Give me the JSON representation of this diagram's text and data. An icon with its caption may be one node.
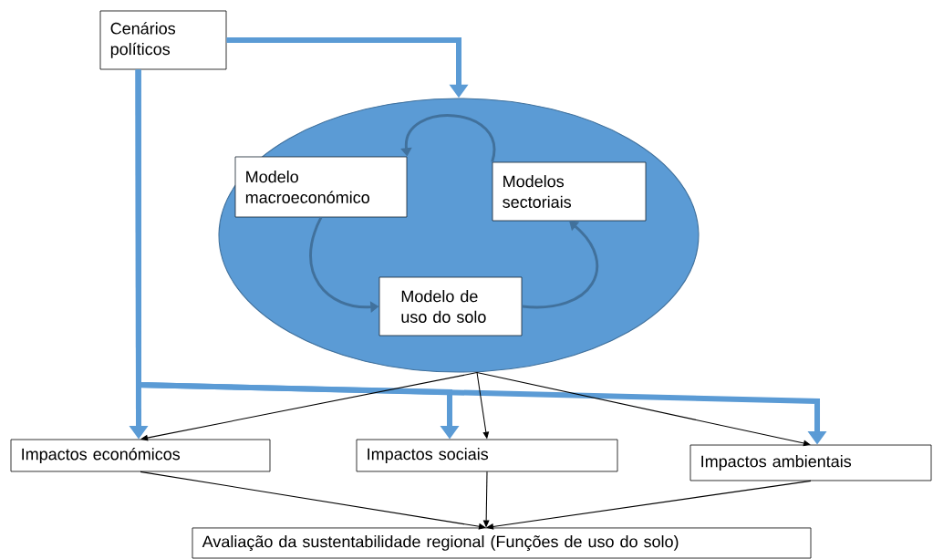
{
  "diagram": {
    "nodes": [
      {
        "text": [
          "Cenários políticos"
        ]
      },
      {
        "text": [],
        "shape": "ellipse"
      },
      {
        "text": [
          "Modelo macroeconómico"
        ],
        "in": 1
      },
      {
        "text": [
          "Modelos sectoriais"
        ],
        "in": 1
      },
      {
        "text": [
          "Modelo de uso do solo"
        ],
        "in": 1
      },
      {
        "text": [
          "Impactos económicos"
        ]
      },
      {
        "text": [
          "Impactos sociais"
        ]
      },
      {
        "text": [
          "Impactos ambientais"
        ]
      },
      {
        "text": [
          "Avaliação da sustentabilidade regional (Funções de uso do solo)"
        ]
      }
    ],
    "edges": [
      {
        "from": 0,
        "to": 1,
        "arrow": "to",
        "style": "thick",
        "color": "#5b9bd5"
      },
      {
        "from": 0,
        "to": 5,
        "arrow": "to",
        "style": "thick",
        "color": "#5b9bd5"
      },
      {
        "from": 0,
        "to": 6,
        "arrow": "to",
        "style": "thick",
        "color": "#5b9bd5"
      },
      {
        "from": 0,
        "to": 7,
        "arrow": "to",
        "style": "thick",
        "color": "#5b9bd5"
      },
      {
        "from": 3,
        "to": 2,
        "arrow": "to",
        "color": "#41719c"
      },
      {
        "from": 2,
        "to": 4,
        "arrow": "to",
        "color": "#41719c"
      },
      {
        "from": 4,
        "to": 3,
        "arrow": "to",
        "color": "#41719c"
      },
      {
        "from": 1,
        "to": 5,
        "arrow": "to"
      },
      {
        "from": 1,
        "to": 6,
        "arrow": "to"
      },
      {
        "from": 1,
        "to": 7,
        "arrow": "to"
      },
      {
        "from": 5,
        "to": 8,
        "arrow": "to"
      },
      {
        "from": 6,
        "to": 8,
        "arrow": "to"
      },
      {
        "from": 7,
        "to": 8,
        "arrow": "to"
      }
    ]
  }
}
